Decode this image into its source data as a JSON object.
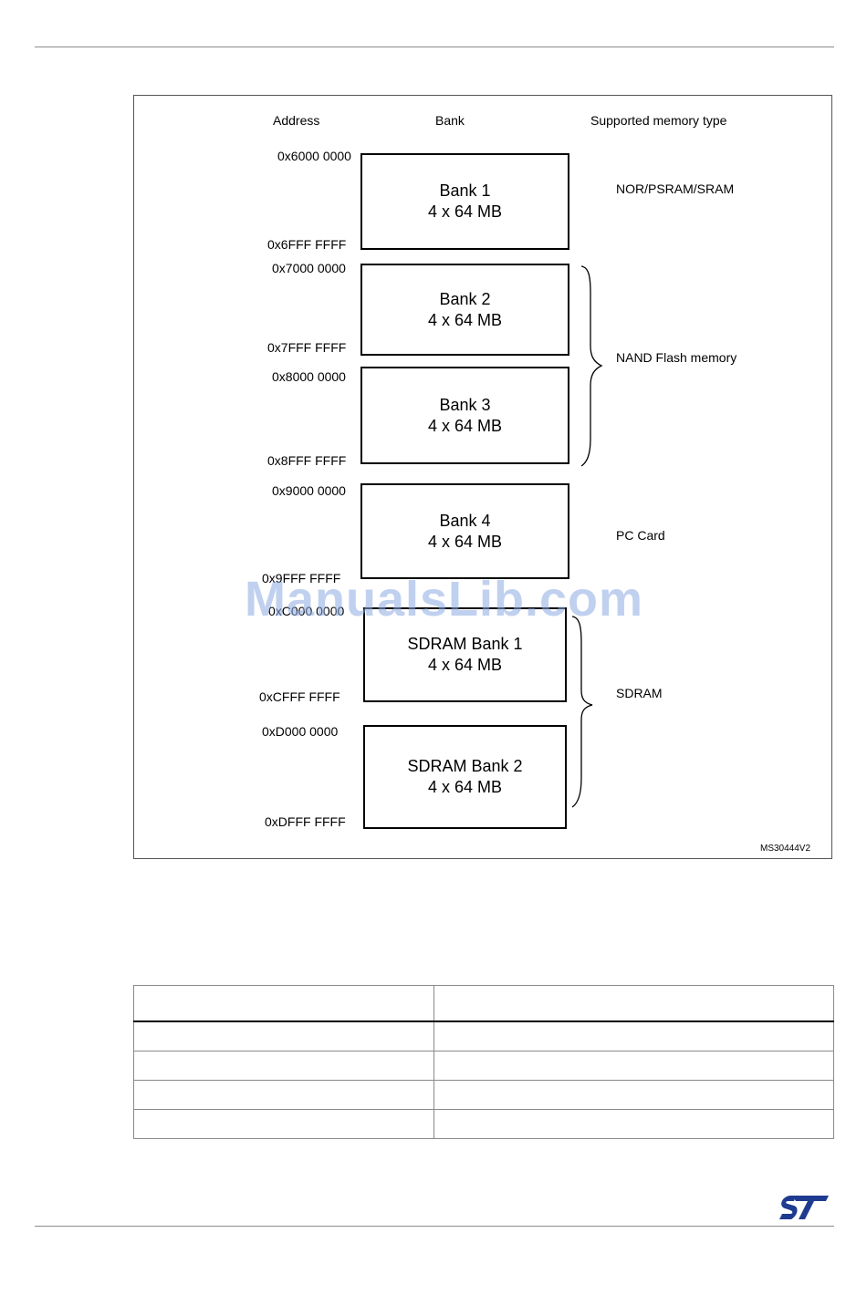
{
  "figure": {
    "headers": {
      "address": "Address",
      "bank": "Bank",
      "memory_type": "Supported memory type"
    },
    "banks": [
      {
        "name": "Bank 1",
        "size": "4 x 64 MB",
        "start": "0x6000 0000",
        "end": "0x6FFF FFFF"
      },
      {
        "name": "Bank 2",
        "size": "4 x 64 MB",
        "start": "0x7000 0000",
        "end": "0x7FFF FFFF"
      },
      {
        "name": "Bank 3",
        "size": "4 x 64 MB",
        "start": "0x8000 0000",
        "end": "0x8FFF FFFF"
      },
      {
        "name": "Bank 4",
        "size": "4 x 64 MB",
        "start": "0x9000 0000",
        "end": "0x9FFF FFFF"
      },
      {
        "name": "SDRAM Bank 1",
        "size": "4 x 64 MB",
        "start": "0xC000 0000",
        "end": "0xCFFF FFFF"
      },
      {
        "name": "SDRAM Bank 2",
        "size": "4 x 64 MB",
        "start": "0xD000 0000",
        "end": "0xDFFF FFFF"
      }
    ],
    "memory_types": {
      "nor": "NOR/PSRAM/SRAM",
      "nand": "NAND Flash memory",
      "pccard": "PC Card",
      "sdram": "SDRAM"
    },
    "figure_id": "MS30444V2"
  },
  "watermark": "ManualsLib.com",
  "table": {
    "headers": [
      "",
      ""
    ],
    "rows": [
      [
        "",
        ""
      ],
      [
        "",
        ""
      ],
      [
        "",
        ""
      ],
      [
        "",
        ""
      ]
    ]
  },
  "logo": {
    "icon": "st-logo-icon",
    "color": "#1e3b8f"
  }
}
